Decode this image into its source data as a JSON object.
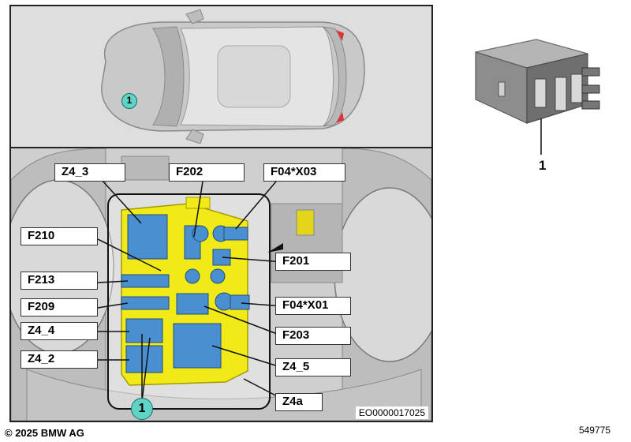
{
  "labels": {
    "z4_3": "Z4_3",
    "f202": "F202",
    "f04x03": "F04*X03",
    "f210": "F210",
    "f201": "F201",
    "f213": "F213",
    "f209": "F209",
    "f04x01": "F04*X01",
    "z4_4": "Z4_4",
    "f203": "F203",
    "z4_2": "Z4_2",
    "z4_5": "Z4_5",
    "z4a": "Z4a"
  },
  "callouts": {
    "car_marker": "1",
    "fusebox_marker": "1",
    "relay_part": "1"
  },
  "image_code": "EO0000017025",
  "footer": {
    "copyright": "© 2025 BMW AG",
    "diagram_number": "549775"
  },
  "colors": {
    "fusebox_yellow": "#f2ea18",
    "component_blue": "#4a8fd0",
    "callout_teal": "#5fd3c5",
    "car_body": "#c8c8c8"
  }
}
